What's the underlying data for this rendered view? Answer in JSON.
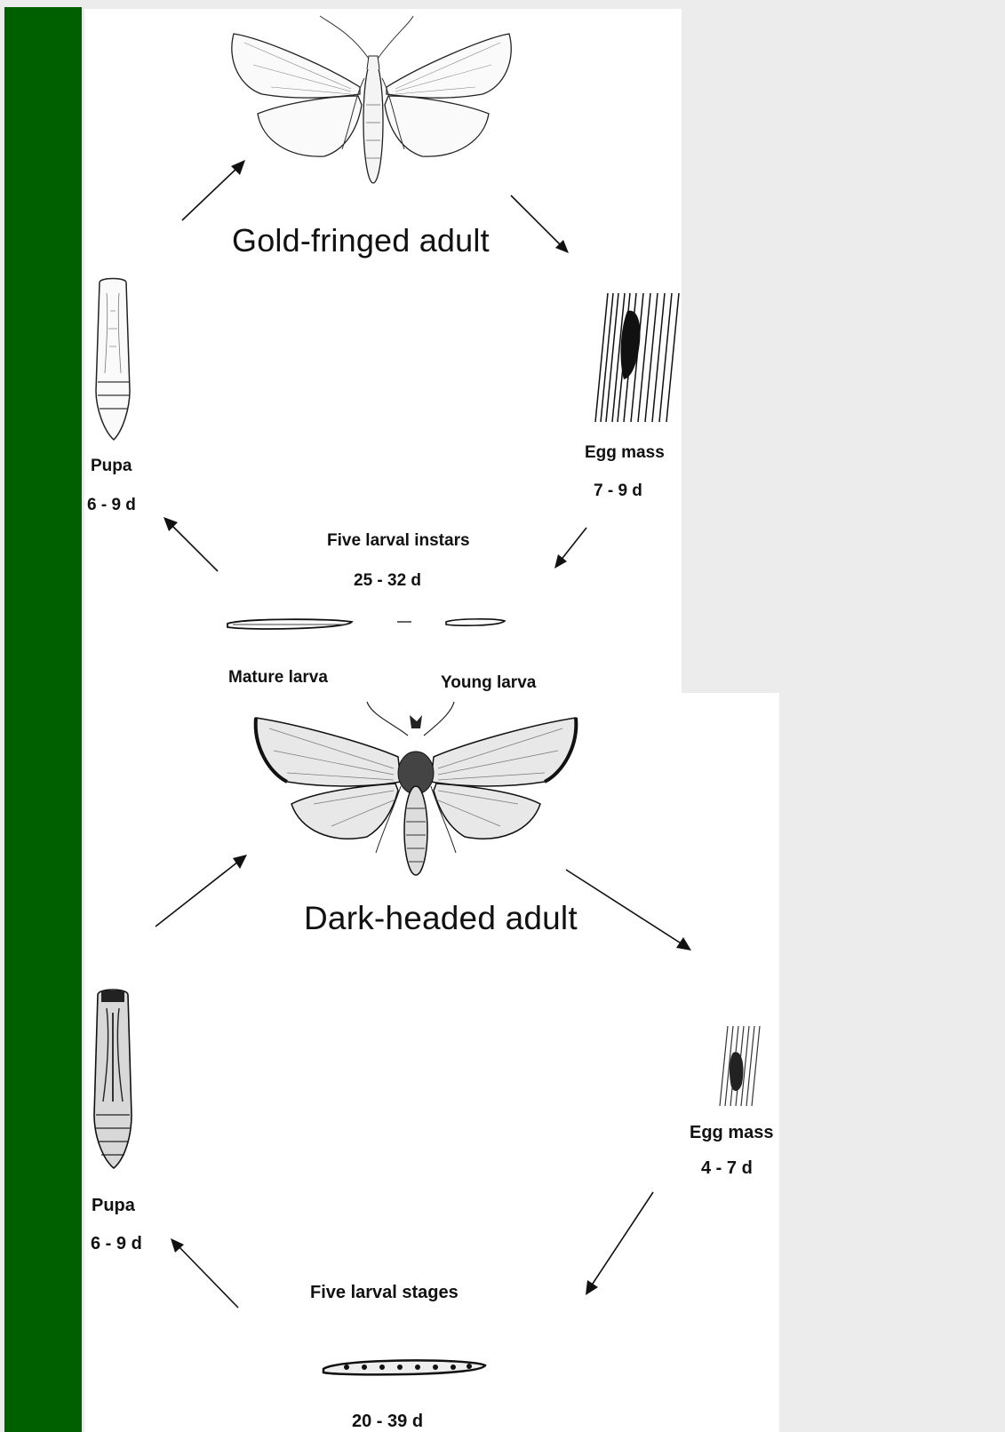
{
  "colors": {
    "sidebar": "#006000",
    "panel": "#ffffff",
    "background": "#ececec",
    "ink": "#111111"
  },
  "cycle_1": {
    "title": "Gold-fringed adult",
    "egg_label": "Egg mass",
    "egg_duration": "7 - 9 d",
    "larval_label": "Five larval instars",
    "larval_duration": "25 - 32 d",
    "mature_larva_label": "Mature larva",
    "young_larva_label": "Young larva",
    "pupa_label": "Pupa",
    "pupa_duration": "6 - 9 d"
  },
  "cycle_2": {
    "title": "Dark-headed adult",
    "egg_label": "Egg mass",
    "egg_duration": "4 - 7 d",
    "larval_label": "Five larval stages",
    "larval_duration": "20 - 39 d",
    "pupa_label": "Pupa",
    "pupa_duration": "6 - 9 d"
  },
  "icons": [
    "moth-icon",
    "egg-mass-icon",
    "larva-icon",
    "pupa-icon",
    "arrow-icon"
  ]
}
